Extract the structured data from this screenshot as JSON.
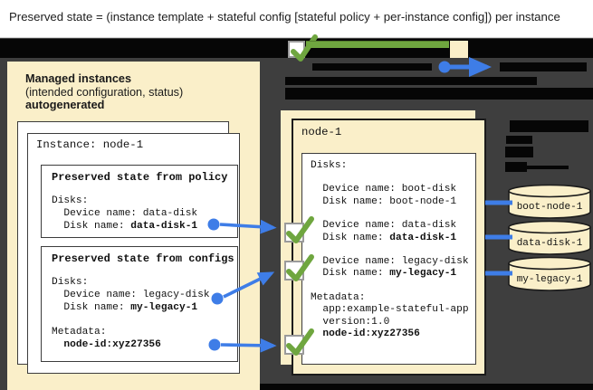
{
  "title": "Preserved state = (instance template + stateful config [stateful policy + per-instance config]) per instance",
  "colors": {
    "panel_cream": "#faefc9",
    "check_green": "#6fa63f",
    "arrow_blue": "#3e7de7",
    "dark_background": "#3e3e3e",
    "redaction_black": "#060606"
  },
  "left_panel": {
    "header_line1": "Managed instances",
    "header_line2": "(intended configuration, status)",
    "header_line3": "autogenerated",
    "instance_title": "Instance: node-1",
    "policy_box": {
      "title": "Preserved state from policy",
      "disks_heading": "Disks:",
      "device_line": "  Device name: data-disk",
      "disk_label": "  Disk name: ",
      "disk_value": "data-disk-1"
    },
    "configs_box": {
      "title": "Preserved state from configs",
      "disks_heading": "Disks:",
      "device_line": "  Device name: legacy-disk",
      "disk_label": "  Disk name: ",
      "disk_value": "my-legacy-1",
      "metadata_heading": "Metadata:",
      "metadata_value": "  node-id:xyz27356"
    }
  },
  "right_panel": {
    "title": "node-1",
    "disks_heading": "Disks:",
    "boot_device_line": "  Device name: boot-disk",
    "boot_disk_line": "  Disk name: boot-node-1",
    "data_device_line": "  Device name: data-disk",
    "data_disk_label": "  Disk name: ",
    "data_disk_value": "data-disk-1",
    "legacy_device_line": "  Device name: legacy-disk",
    "legacy_disk_label": "  Disk name: ",
    "legacy_disk_value": "my-legacy-1",
    "metadata_heading": "Metadata:",
    "metadata_app_line": "  app:example-stateful-app",
    "metadata_version_line": "  version:1.0",
    "metadata_node_line": "  node-id:xyz27356"
  },
  "cylinders": [
    {
      "label": "boot-node-1"
    },
    {
      "label": "data-disk-1"
    },
    {
      "label": "my-legacy-1"
    }
  ]
}
